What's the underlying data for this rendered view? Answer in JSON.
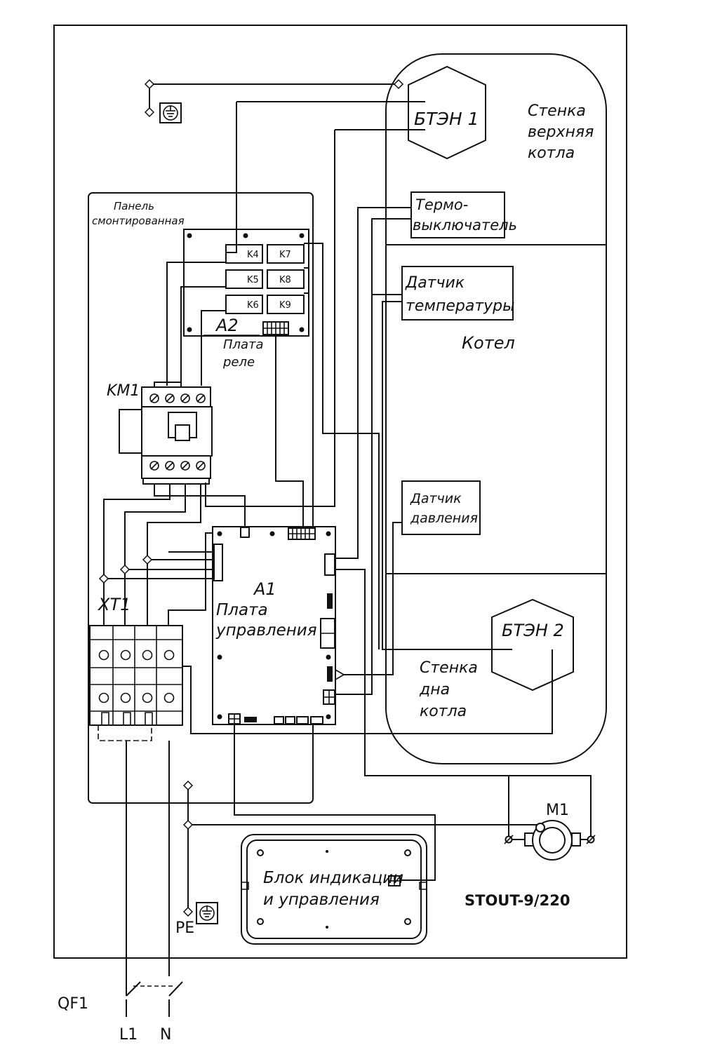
{
  "labels": {
    "wall_top": [
      "Стенка",
      "верхняя",
      "котла"
    ],
    "heater1": "БТЭН 1",
    "heater2": "БТЭН 2",
    "thermo_switch": [
      "Термо-",
      "выключатель"
    ],
    "temp_sensor": [
      "Датчик",
      "температуры"
    ],
    "boiler": "Котел",
    "pressure_sensor": [
      "Датчик",
      "давления"
    ],
    "wall_bottom": [
      "Стенка",
      "дна",
      "котла"
    ],
    "panel": [
      "Панель",
      "смонтированная"
    ],
    "relay_board_id": "A2",
    "relay_board": [
      "Плата",
      "реле"
    ],
    "relays": [
      "K4",
      "K5",
      "K6",
      "K7",
      "K8",
      "K9"
    ],
    "contactor": "KM1",
    "terminal_block": "XT1",
    "control_board_id": "A1",
    "control_board": [
      "Плата",
      "управления"
    ],
    "motor": "M1",
    "display_unit": [
      "Блок индикации",
      "и управления"
    ],
    "model": "STOUT-9/220",
    "pe": "PE",
    "breaker": "QF1",
    "phase": "L1",
    "neutral": "N"
  },
  "icons": {
    "ground": "ground-icon",
    "motor": "motor-icon",
    "connector": "connector-icon",
    "terminal": "terminal-screw-icon"
  }
}
